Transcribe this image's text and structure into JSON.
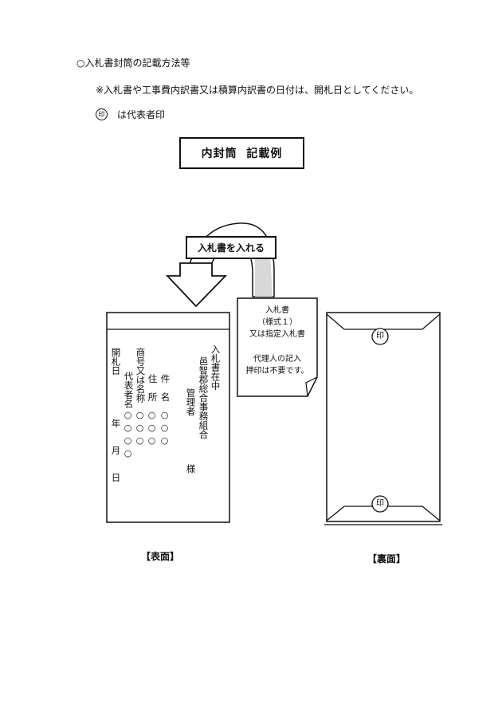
{
  "heading": "○入札書封筒の記載方法等",
  "note": "※入札書や工事費内訳書又は積算内訳書の日付は、開札日としてください。",
  "seal_legend": {
    "mark": "印",
    "text": "は代表者印"
  },
  "title_box": "内封筒  記載例",
  "arrow_label": "入札書を入れる",
  "paper": {
    "line1": "入札書",
    "line2": "（様式１）",
    "line3": "又は指定入札書",
    "line4": "代理人の記入",
    "line5": "押印は不要です。"
  },
  "front": {
    "label": "【表面】",
    "addressee1": "入札書在中",
    "addressee2": "邑智郡総合事務組合",
    "addressee3": "管理者",
    "sama": "様",
    "item_label": "件　名",
    "item_value": "○○○",
    "address_label": "住　所",
    "address_value": "○○○",
    "company_label": "商号又は名称",
    "company_value": "○○○",
    "rep_label": "代表者名",
    "rep_value": "○○○○",
    "date_label": "開札日",
    "year": "年",
    "month": "月",
    "day": "日"
  },
  "back": {
    "label": "【裏面】",
    "seal_top": "印",
    "seal_bottom": "印"
  }
}
